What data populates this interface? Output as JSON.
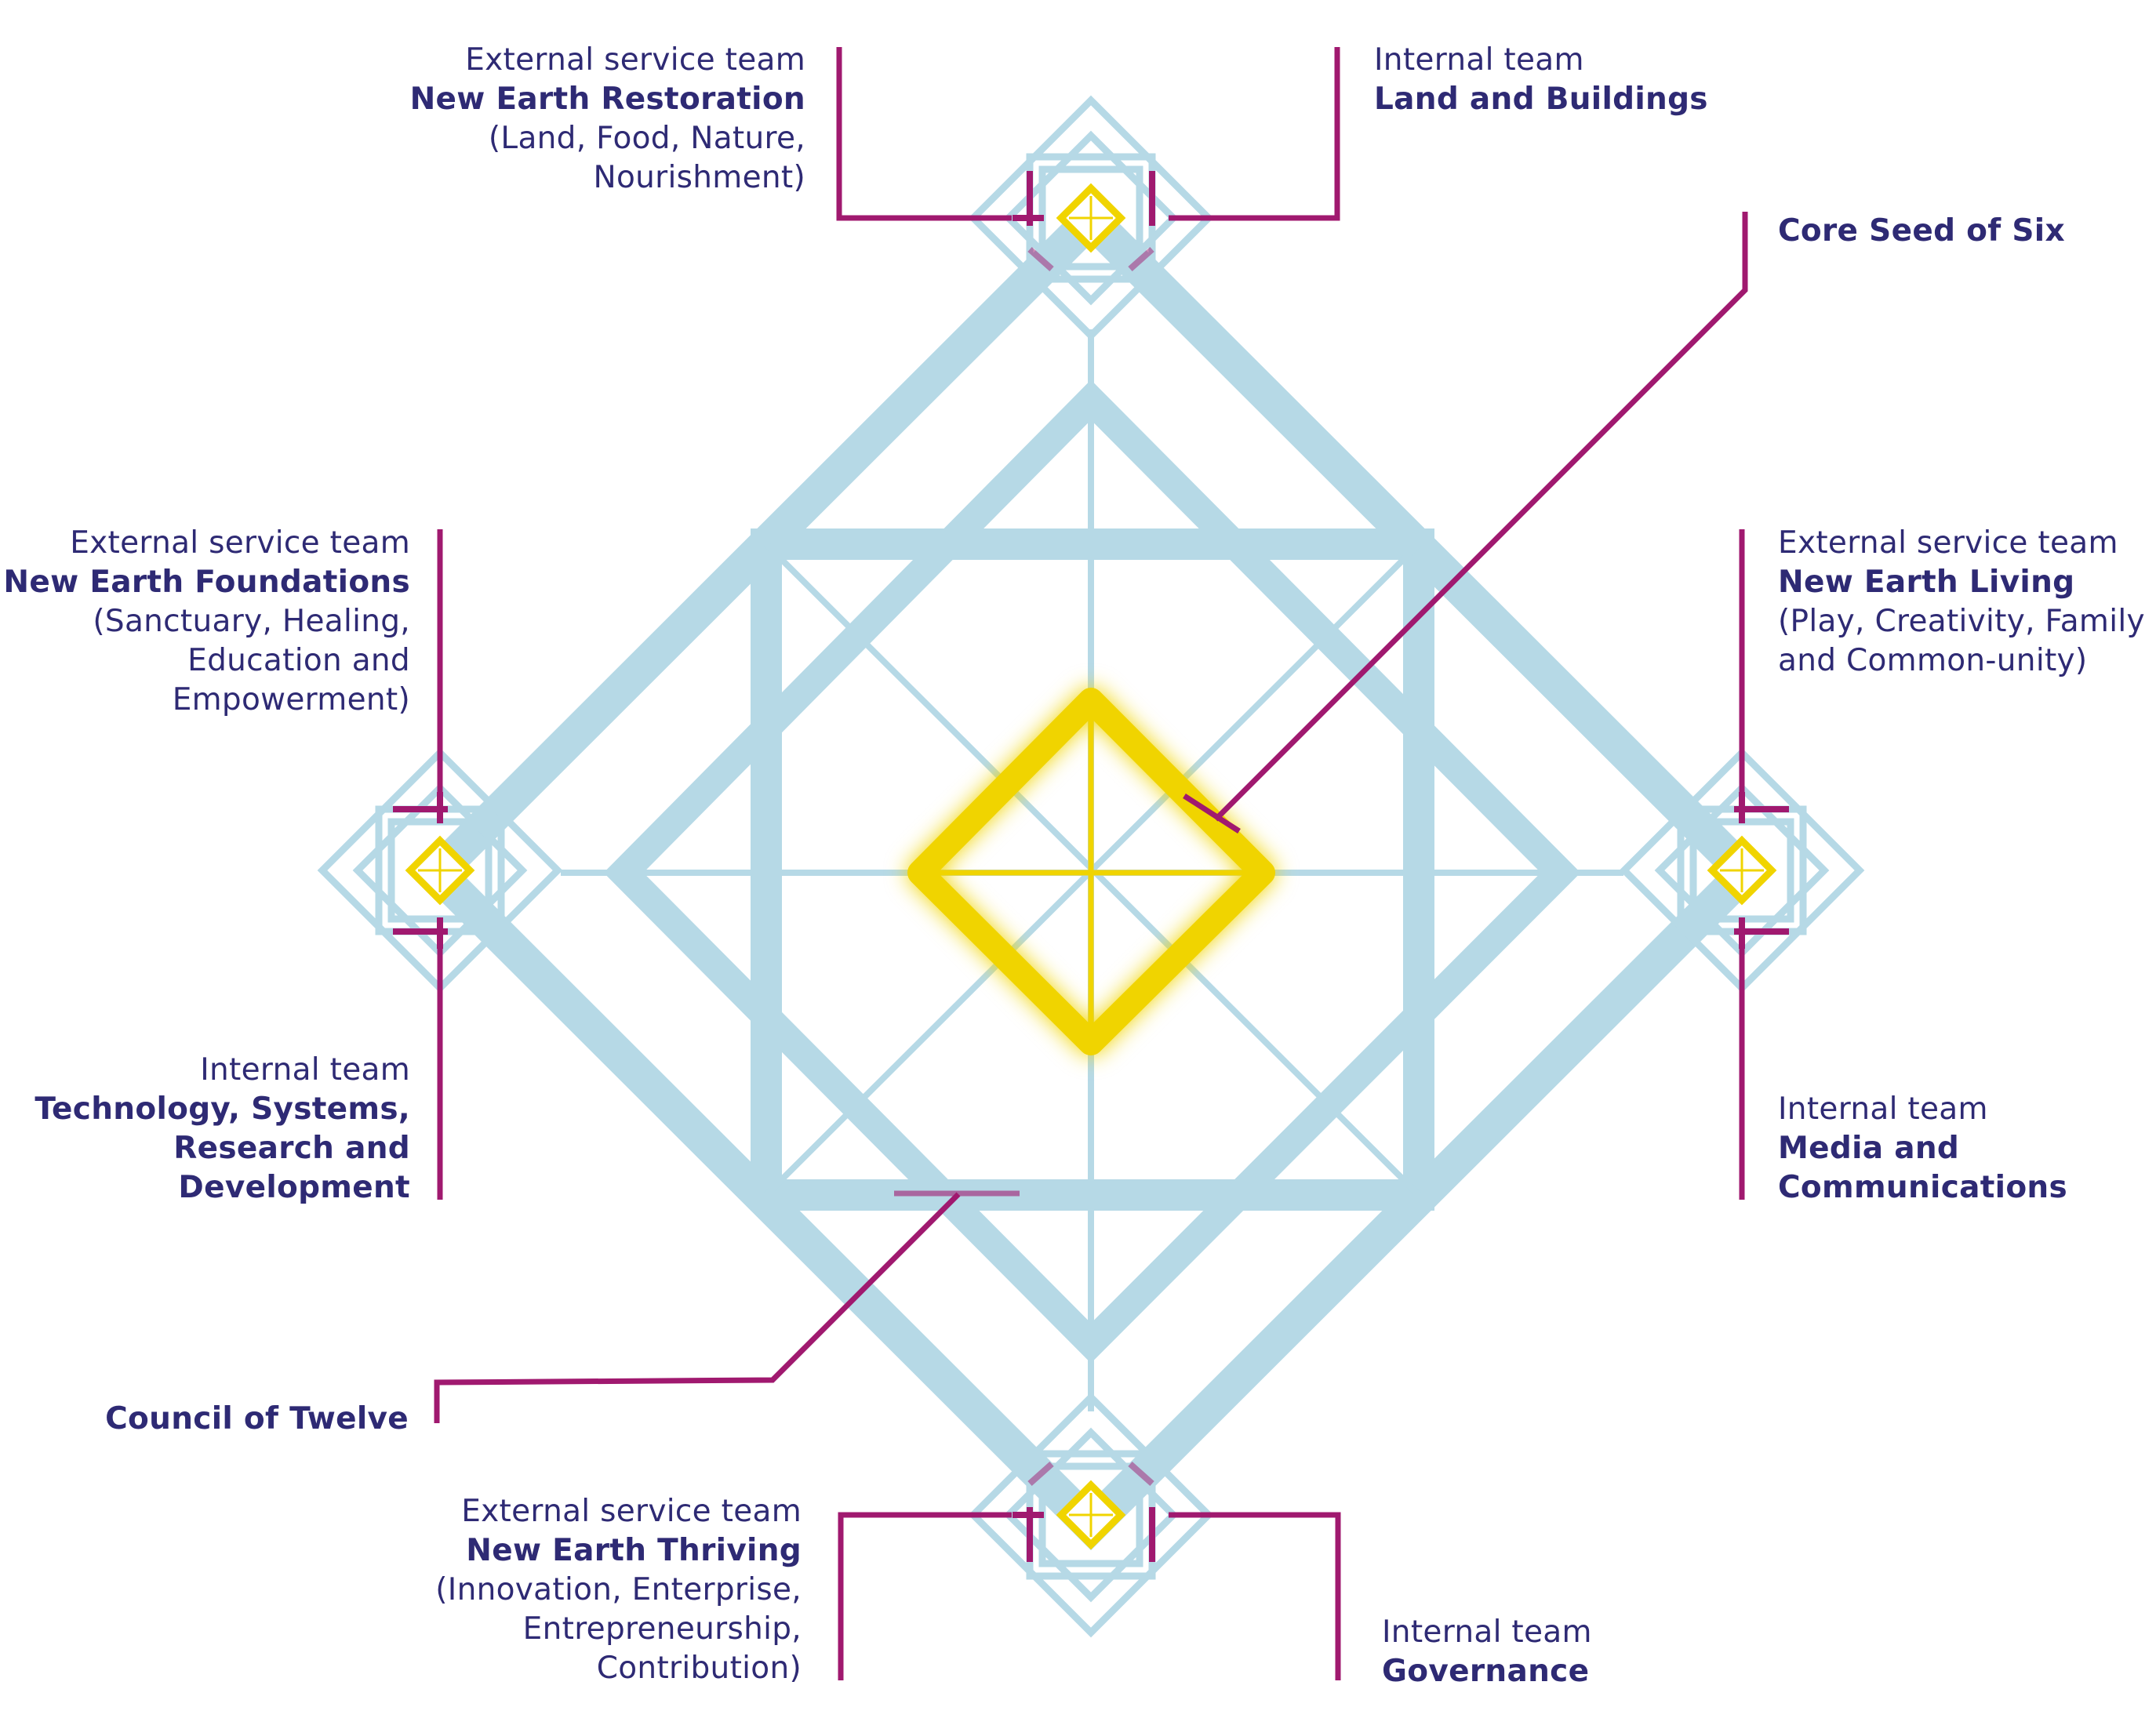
{
  "colors": {
    "frame": "#b6d9e6",
    "connector": "#a0196f",
    "core": "#f0d400",
    "text": "#2e2a74",
    "background": "#ffffff"
  },
  "labels": {
    "top_left": {
      "kind": "External service team",
      "name": "New Earth Restoration",
      "sub": [
        "(Land, Food, Nature,",
        "Nourishment)"
      ]
    },
    "top_right": {
      "kind": "Internal team",
      "name": [
        "Land and Buildings"
      ]
    },
    "core": {
      "name": "Core Seed of Six"
    },
    "left_upper": {
      "kind": "External service team",
      "name": "New Earth Foundations",
      "sub": [
        "(Sanctuary, Healing,",
        "Education and",
        "Empowerment)"
      ]
    },
    "right_upper": {
      "kind": "External service team",
      "name": "New Earth Living",
      "sub": [
        "(Play, Creativity, Family",
        "and Common-unity)"
      ]
    },
    "left_lower": {
      "kind": "Internal team",
      "name": [
        "Technology, Systems,",
        "Research and",
        "Development"
      ]
    },
    "right_lower": {
      "kind": "Internal team",
      "name": [
        "Media and",
        "Communications"
      ]
    },
    "council": {
      "name": "Council of Twelve"
    },
    "bottom_left": {
      "kind": "External service team",
      "name": "New Earth Thriving",
      "sub": [
        "(Innovation, Enterprise,",
        "Entrepreneurship,",
        "Contribution)"
      ]
    },
    "bottom_right": {
      "kind": "Internal team",
      "name": [
        "Governance"
      ]
    }
  }
}
